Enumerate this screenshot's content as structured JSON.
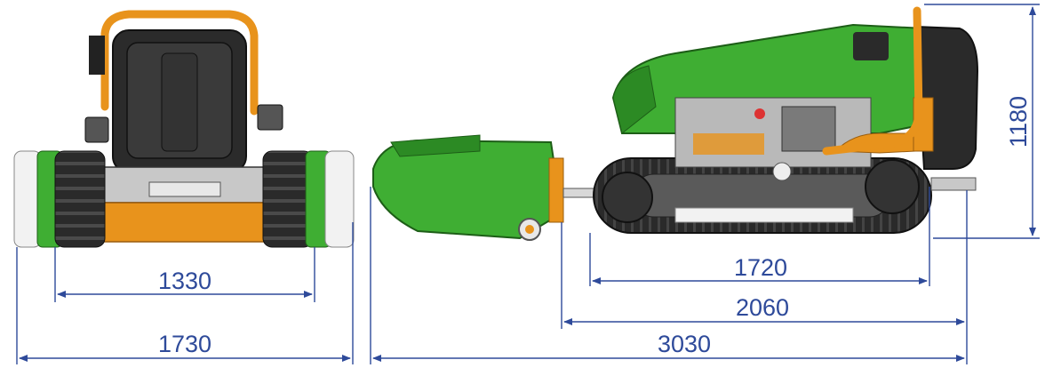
{
  "colors": {
    "dimension_blue": "#2e4a9a",
    "body_green": "#3fae33",
    "body_green_dark": "#2c8a24",
    "frame_orange": "#e8931c",
    "rubber_dark": "#2a2a2a",
    "track_grey": "#4a4a4a",
    "white": "#ffffff"
  },
  "front_view": {
    "width_total": "1730",
    "track_gauge": "1330"
  },
  "side_view": {
    "height": "1180",
    "track_length": "1720",
    "machine_length": "2060",
    "overall_length": "3030"
  }
}
